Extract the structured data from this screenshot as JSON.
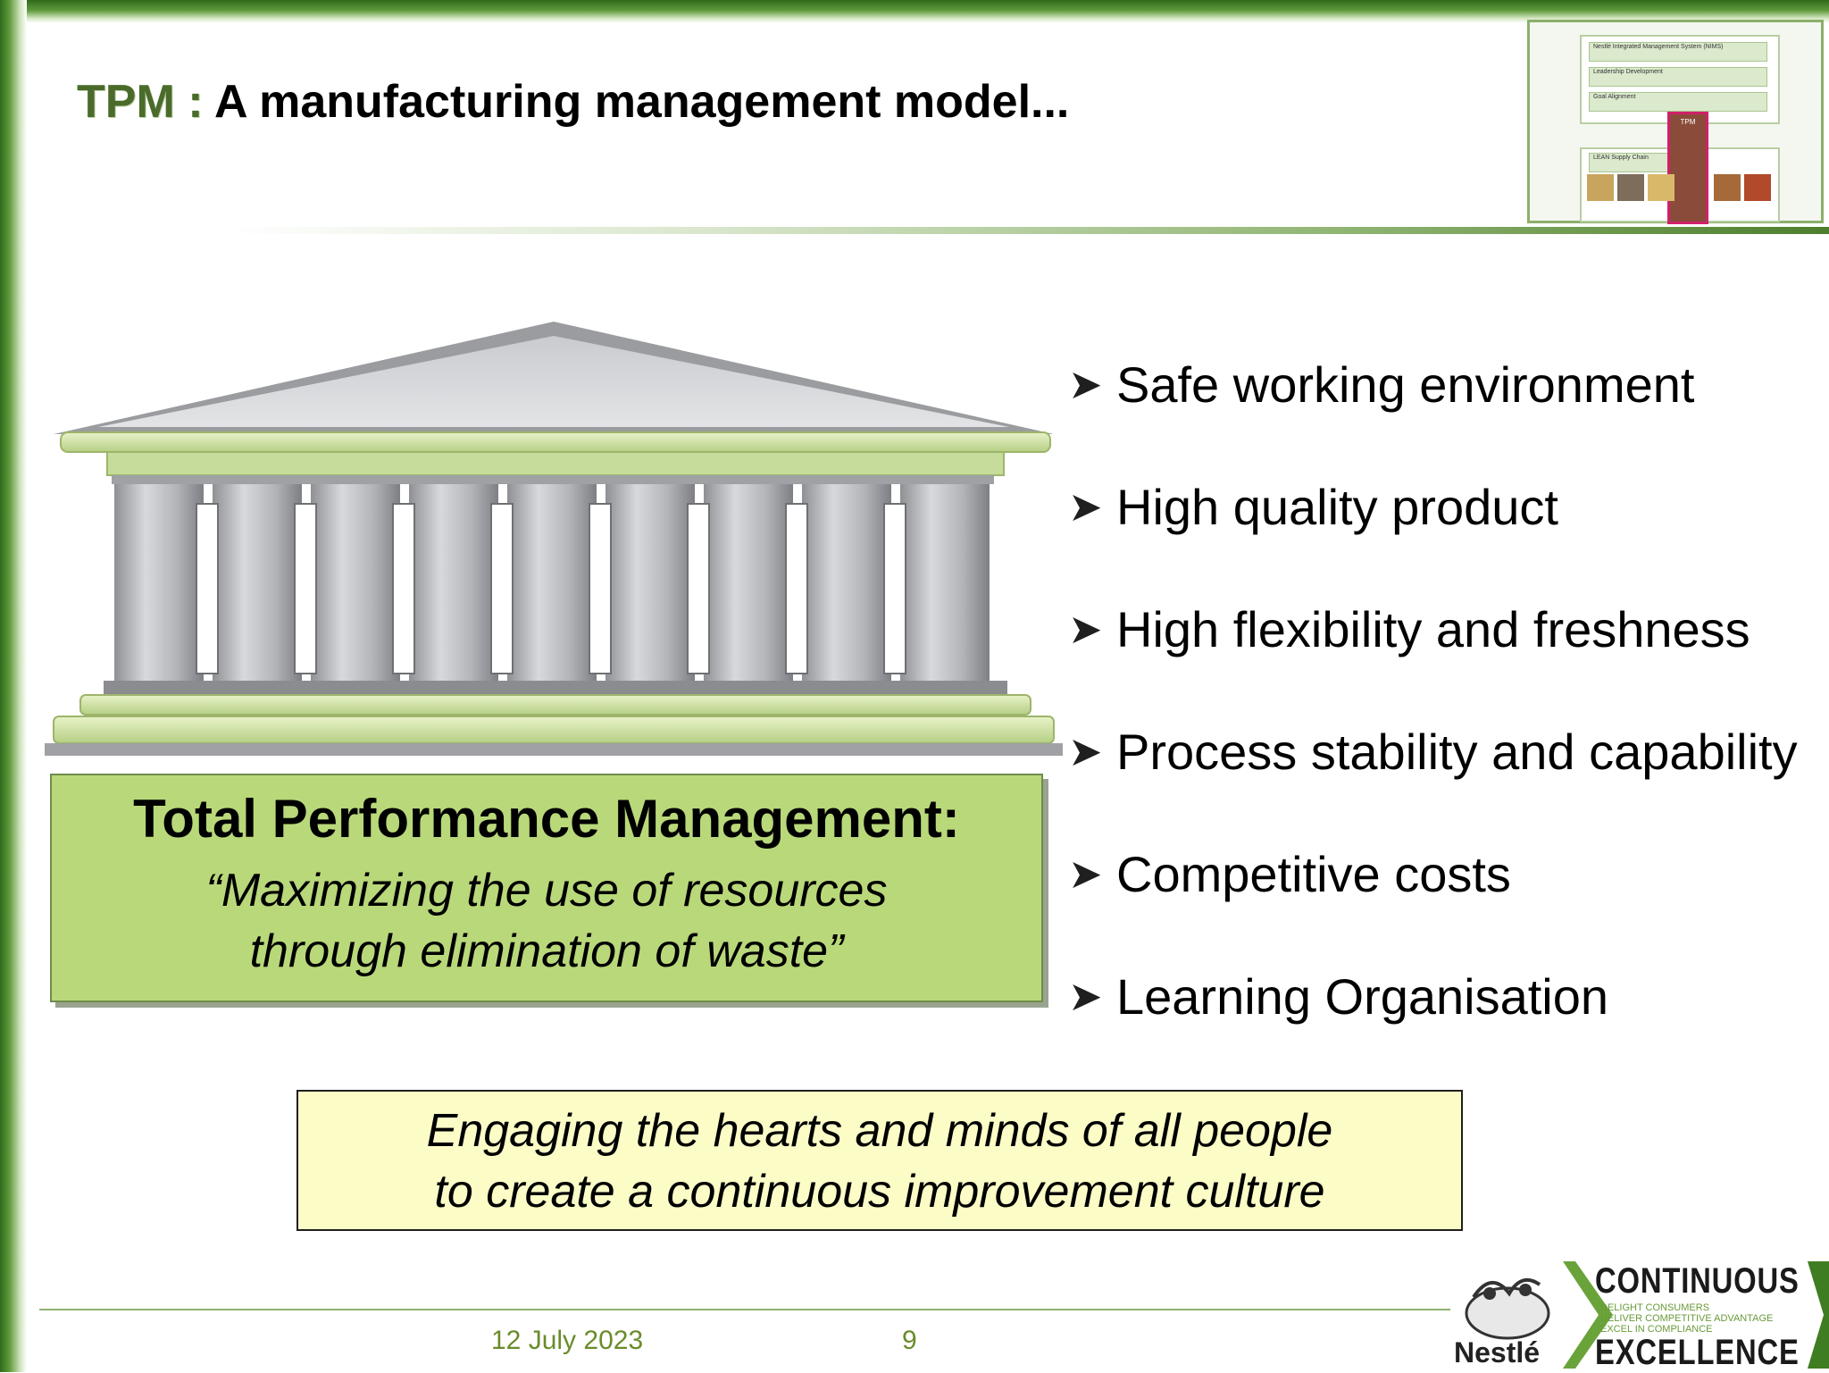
{
  "slide": {
    "title_prefix": "TPM :",
    "title_text": " A manufacturing management model..."
  },
  "bullets": [
    "Safe working environment",
    "High quality product",
    "High flexibility and freshness",
    "Process stability and capability",
    "Competitive costs",
    "Learning Organisation"
  ],
  "tpm_box": {
    "heading": "Total Performance Management:",
    "quote_line1": "“Maximizing the use of resources",
    "quote_line2": "through elimination of waste”"
  },
  "engage_box": {
    "line1": "Engaging the hearts and minds of all people",
    "line2": "to create a continuous improvement culture"
  },
  "footer": {
    "date": "12 July 2023",
    "page_number": "9"
  },
  "logo": {
    "brand": "Nestlé",
    "word1": "CONTINUOUS",
    "word2": "EXCELLENCE",
    "tag1": "DELIGHT CONSUMERS",
    "tag2": "DELIVER COMPETITIVE ADVANTAGE",
    "tag3": "EXCEL IN COMPLIANCE"
  },
  "thumbnail": {
    "rows": [
      "Nestlé Integrated Management System (NIMS)",
      "Leadership Development",
      "Goal Alignment"
    ],
    "lean_label": "LEAN Supply Chain",
    "tpm_label": "TPM"
  },
  "colors": {
    "green_dark": "#2f6a1c",
    "green_box": "#b9d87a",
    "yellow_box": "#fcfcc7",
    "title_prefix": "#4a6b2a"
  },
  "icons": [
    "arrow-bullet-icon",
    "temple-icon",
    "nestle-nest-icon",
    "chevron-icon"
  ]
}
